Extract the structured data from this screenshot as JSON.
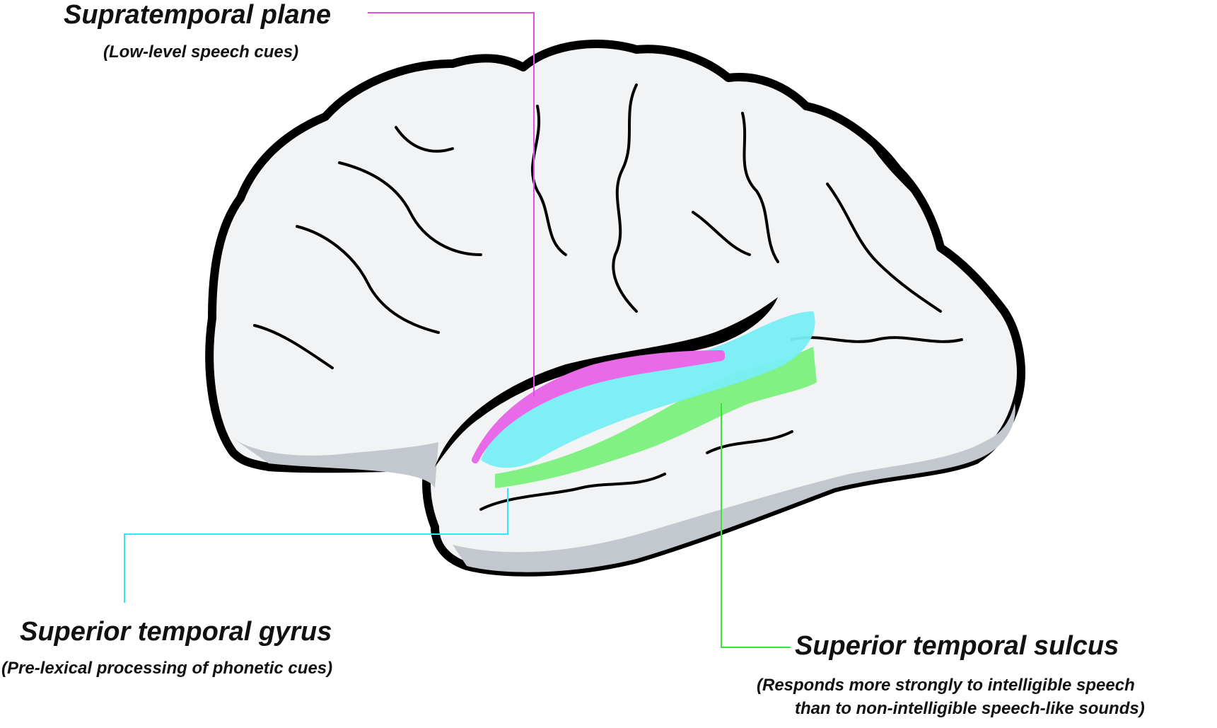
{
  "labels": {
    "supratemporal_plane": {
      "title": "Supratemporal plane",
      "subtitle": "(Low-level speech cues)",
      "color": "#e84be8"
    },
    "superior_temporal_gyrus": {
      "title": "Superior temporal gyrus",
      "subtitle": "(Pre-lexical processing of phonetic cues)",
      "color": "#33e6f0"
    },
    "superior_temporal_sulcus": {
      "title": "Superior temporal sulcus",
      "subtitle_line1": "(Responds more strongly to intelligible speech",
      "subtitle_line2": "than to non-intelligible speech-like sounds)",
      "color": "#37e637"
    }
  },
  "colors": {
    "brain_fill": "#f2f3f5",
    "brain_shadow": "#c3c8cf",
    "outline": "#000000",
    "supratemporal_region": "#e86ae8",
    "supratemporal_dark": "#7a1470",
    "gyrus_region": "#78eef5",
    "sulcus_region": "#6ef06e"
  }
}
